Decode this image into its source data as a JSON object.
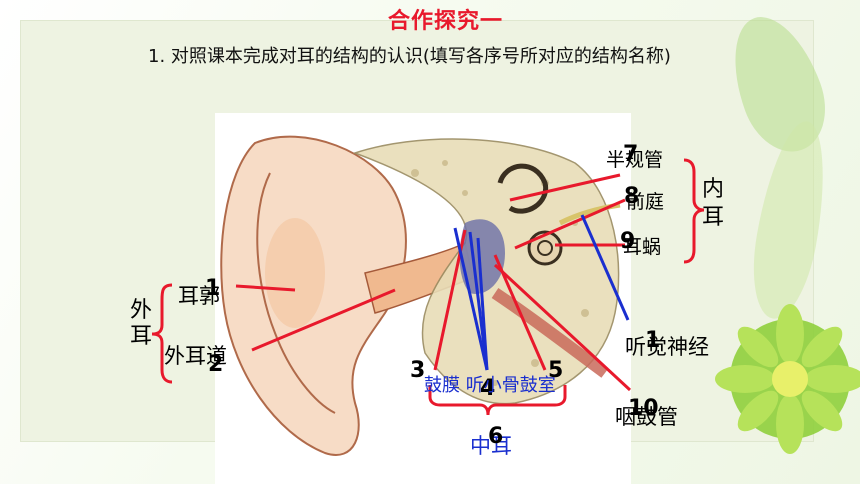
{
  "slide": {
    "title": "合作探究一",
    "instruction": "1. 对照课本完成对耳的结构的认识(填写各序号所对应的结构名称)"
  },
  "labels": {
    "outer_ear_group": "外耳",
    "auricle": "耳郭",
    "ear_canal": "外耳道",
    "middle_ear_parts": "鼓膜 听小骨鼓室",
    "middle_ear_group": "中耳",
    "inner_ear_group": "内耳",
    "semicircular_canals": "半规管",
    "vestibule": "前庭",
    "cochlea": "耳蜗",
    "auditory_nerve": "听觉神经",
    "eustachian_tube": "咽鼓管"
  },
  "numbers": {
    "n1": "1",
    "n2": "2",
    "n3": "3",
    "n4": "4",
    "n5": "5",
    "n6": "6",
    "n7": "7",
    "n8": "8",
    "n9": "9",
    "n10": "1",
    "n11": "10"
  },
  "colors": {
    "title": "#e8192c",
    "red_line": "#e8192c",
    "blue_line": "#1a2fcf",
    "panel": "#eef3e2"
  }
}
